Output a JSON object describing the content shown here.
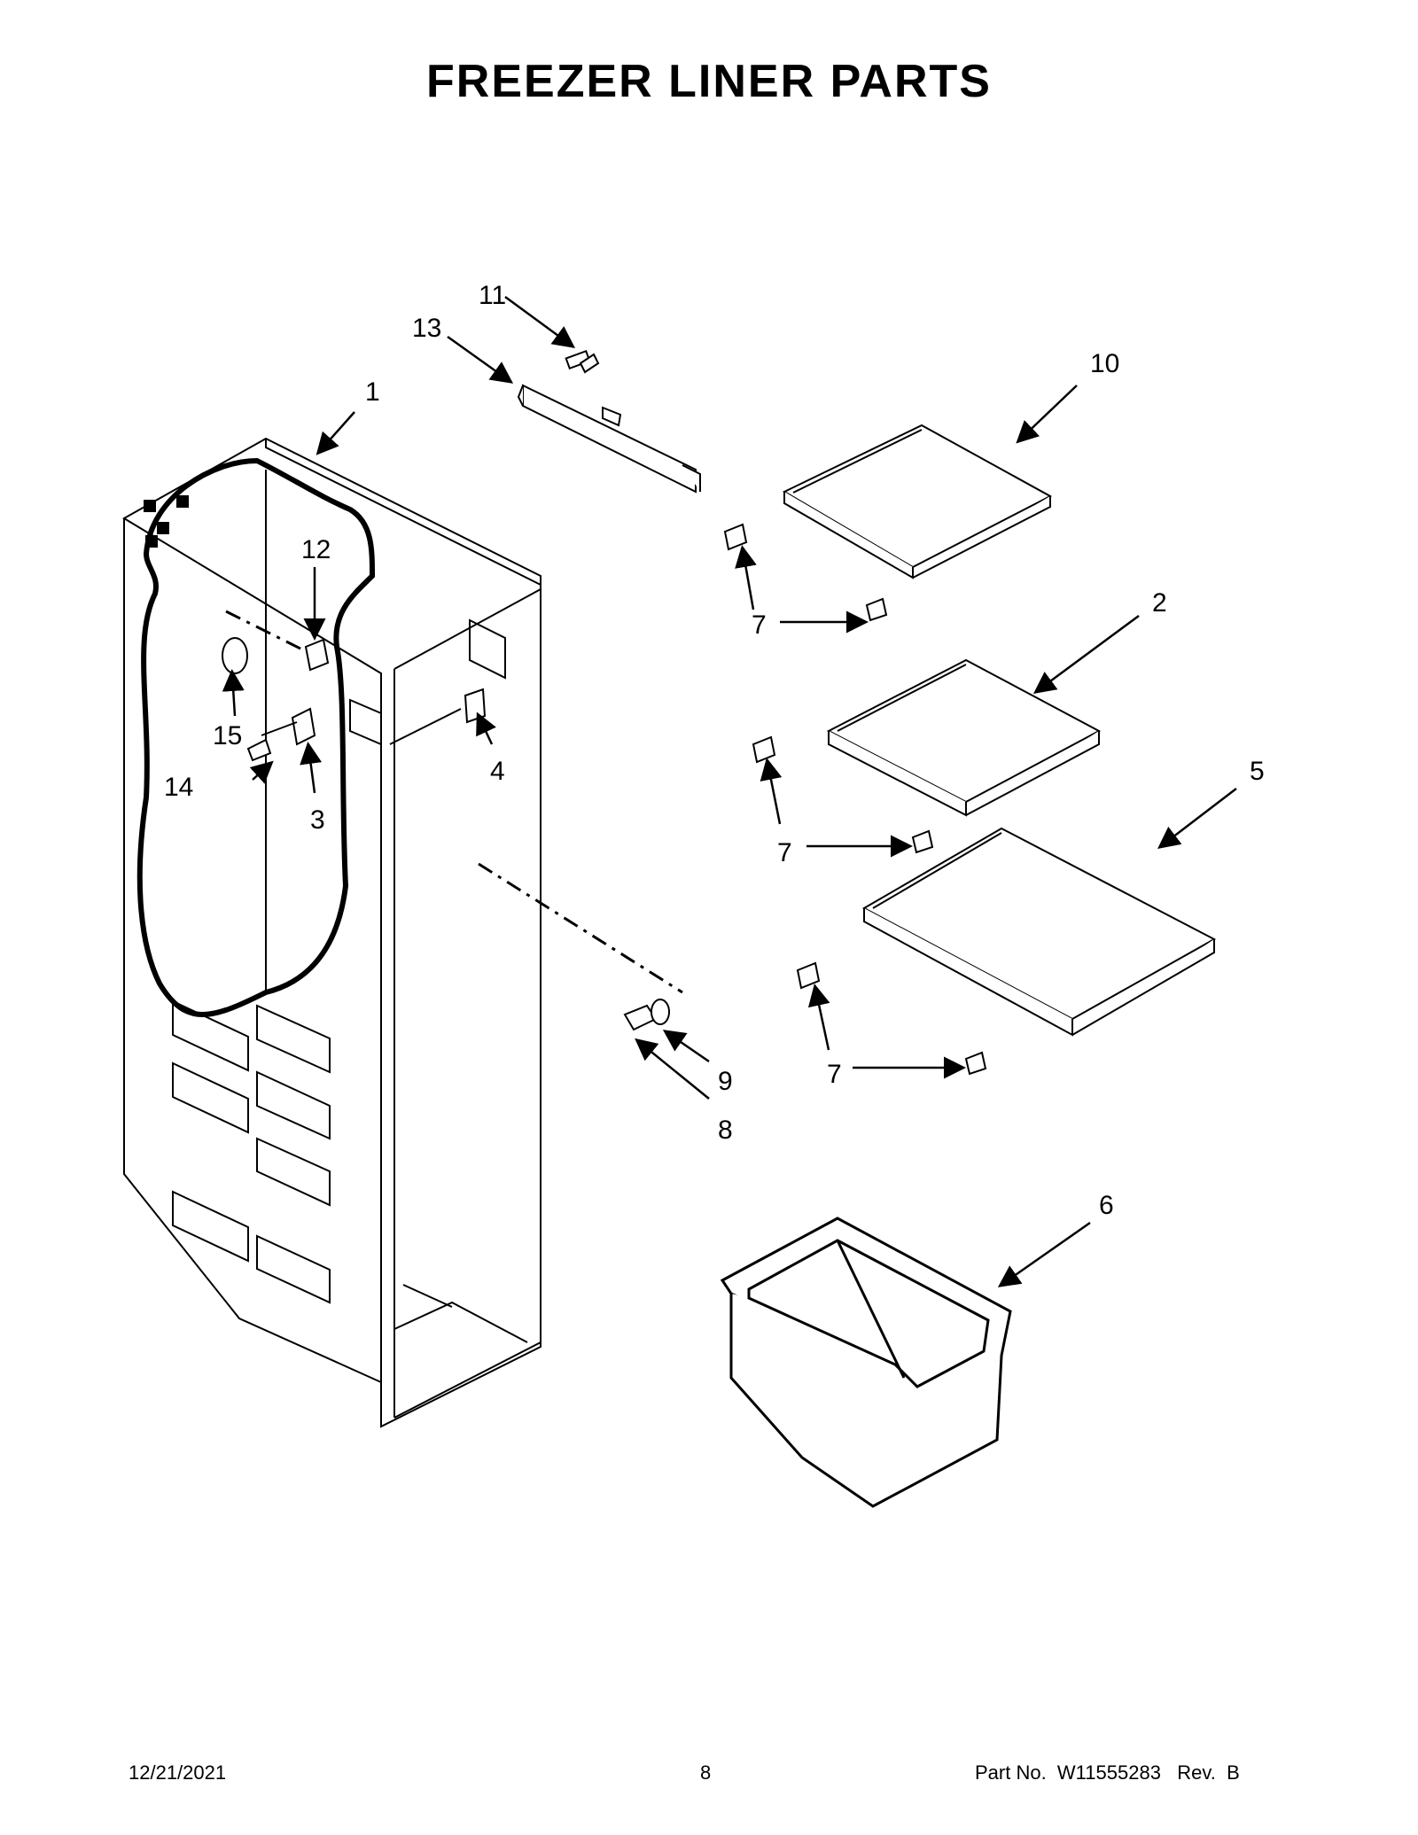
{
  "title": "FREEZER LINER PARTS",
  "callouts": {
    "c1": "1",
    "c2": "2",
    "c3": "3",
    "c4": "4",
    "c5": "5",
    "c6": "6",
    "c7a": "7",
    "c7b": "7",
    "c7c": "7",
    "c8": "8",
    "c9": "9",
    "c10": "10",
    "c11": "11",
    "c12": "12",
    "c13": "13",
    "c14": "14",
    "c15": "15"
  },
  "footer": {
    "date": "12/21/2021",
    "page": "8",
    "part_number": "Part No.  W11555283   Rev.  B"
  }
}
